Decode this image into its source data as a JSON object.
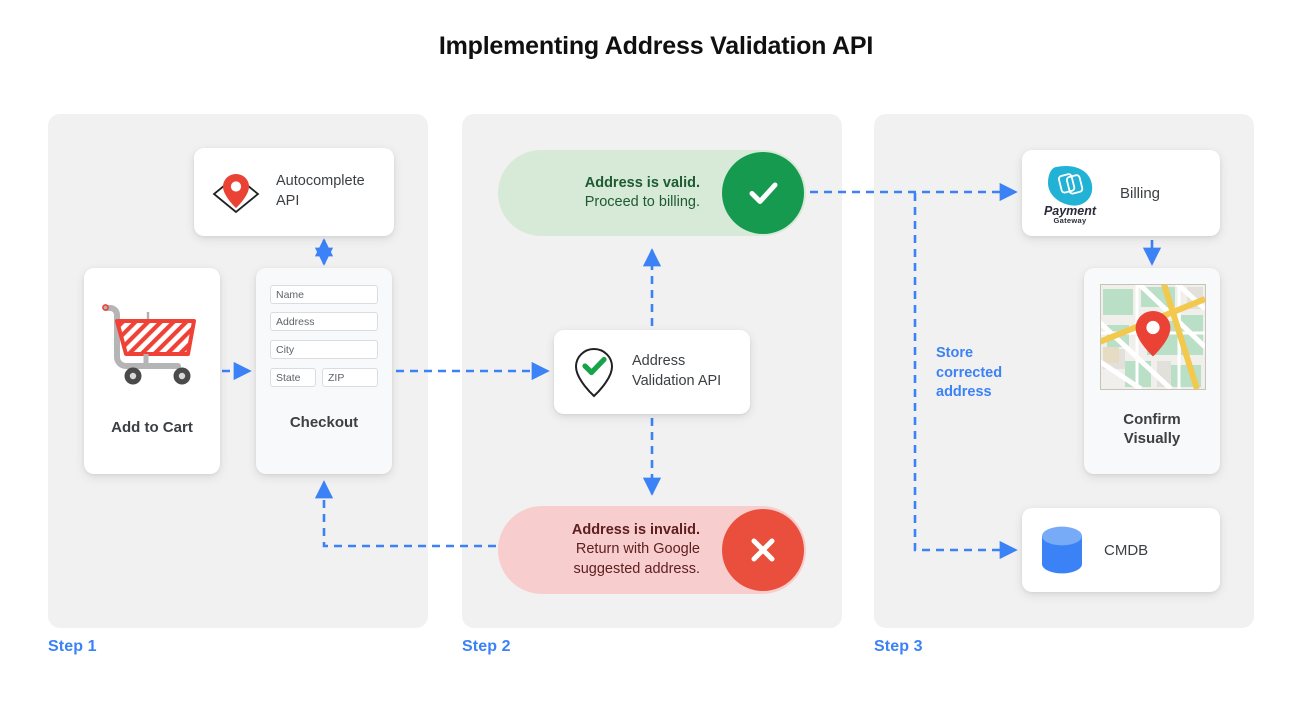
{
  "page": {
    "title": "Implementing Address Validation API",
    "accent_blue": "#3b82f6",
    "panel_bg": "#f1f1f1",
    "valid_green": "#159a4f",
    "valid_bg": "#d6ead7",
    "invalid_red": "#ea4f3d",
    "invalid_bg": "#f8cdcd"
  },
  "steps": [
    {
      "label": "Step 1"
    },
    {
      "label": "Step 2"
    },
    {
      "label": "Step 3"
    }
  ],
  "step1": {
    "autocomplete_card": {
      "label_line1": "Autocomplete",
      "label_line2": "API",
      "icon": "map-pin-diamond-icon"
    },
    "cart_card": {
      "caption": "Add to Cart",
      "icon": "shopping-cart-icon"
    },
    "checkout_card": {
      "caption": "Checkout",
      "fields": [
        {
          "name": "name",
          "placeholder": "Name"
        },
        {
          "name": "address",
          "placeholder": "Address"
        },
        {
          "name": "city",
          "placeholder": "City"
        },
        {
          "name": "state",
          "placeholder": "State"
        },
        {
          "name": "zip",
          "placeholder": "ZIP"
        }
      ]
    }
  },
  "step2": {
    "valid_pill": {
      "line1": "Address is valid.",
      "line2": "Proceed to billing.",
      "badge_icon": "check-icon"
    },
    "invalid_pill": {
      "line1": "Address is invalid.",
      "line2": "Return with Google",
      "line3": "suggested address.",
      "badge_icon": "close-icon"
    },
    "validation_card": {
      "label_line1": "Address",
      "label_line2": "Validation API",
      "icon": "map-pin-check-icon"
    }
  },
  "step3": {
    "billing_card": {
      "label": "Billing",
      "logo_name_top": "Payment",
      "logo_name_bottom": "Gateway",
      "icon": "payment-gateway-logo"
    },
    "map_card": {
      "caption_line1": "Confirm",
      "caption_line2": "Visually",
      "icon": "map-thumbnail-icon"
    },
    "cmdb_card": {
      "label": "CMDB",
      "icon": "database-cylinder-icon"
    },
    "store_note": {
      "line1": "Store",
      "line2": "corrected",
      "line3": "address"
    }
  }
}
